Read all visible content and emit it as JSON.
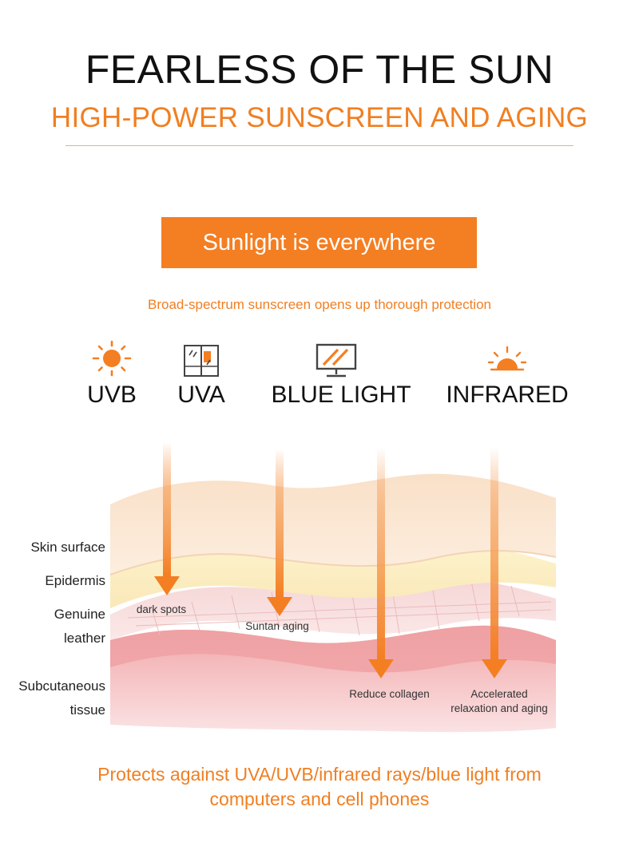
{
  "header": {
    "title": "FEARLESS OF THE SUN",
    "subtitle": "HIGH-POWER SUNSCREEN AND AGING"
  },
  "banner": {
    "label": "Sunlight is everywhere"
  },
  "tagline": "Broad-spectrum sunscreen opens up thorough protection",
  "rays": [
    {
      "label": "UVB",
      "icon": "sun-icon"
    },
    {
      "label": "UVA",
      "icon": "window-icon"
    },
    {
      "label": "BLUE LIGHT",
      "icon": "monitor-icon"
    },
    {
      "label": "INFRARED",
      "icon": "sunrise-icon"
    }
  ],
  "layers": [
    {
      "label": "Skin surface"
    },
    {
      "label": "Epidermis"
    },
    {
      "label": "Genuine",
      "label2": "leather"
    },
    {
      "label": "Subcutaneous",
      "label2": "tissue"
    }
  ],
  "effects": [
    {
      "label": "dark spots"
    },
    {
      "label": "Suntan aging"
    },
    {
      "label": "Reduce collagen"
    },
    {
      "label": "Accelerated",
      "label2": "relaxation and aging"
    }
  ],
  "footer": {
    "line1": "Protects against UVA/UVB/infrared rays/blue light from",
    "line2": "computers and cell phones"
  },
  "colors": {
    "accent": "#f47e22",
    "text": "#111111",
    "skin_surface": "#fbe3cf",
    "epidermis": "#fdf1c7",
    "dermis": "#f7d7d8",
    "subcutaneous": "#f1a7aa"
  }
}
